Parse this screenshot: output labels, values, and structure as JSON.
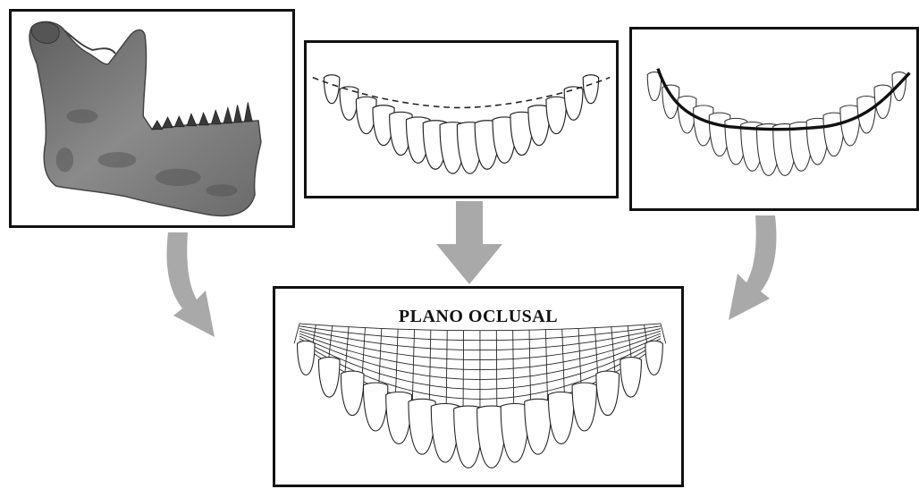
{
  "figure": {
    "panels": [
      {
        "id": "jaw",
        "content": "mandible-illustration"
      },
      {
        "id": "curve-dashed",
        "content": "dental-arch-with-dashed-curve"
      },
      {
        "id": "curve-solid",
        "content": "dental-arch-with-solid-curve"
      },
      {
        "id": "result",
        "content": "dental-arch-with-occlusal-plane-mesh"
      }
    ],
    "result_title": "PLANO OCLUSAL",
    "colors": {
      "border": "#111111",
      "arrow": "#a9a9a9",
      "line": "#222222",
      "bone": "#7a7a7a"
    },
    "icons": [
      "mandible",
      "teeth-arch",
      "curved-arrow",
      "down-arrow"
    ]
  }
}
